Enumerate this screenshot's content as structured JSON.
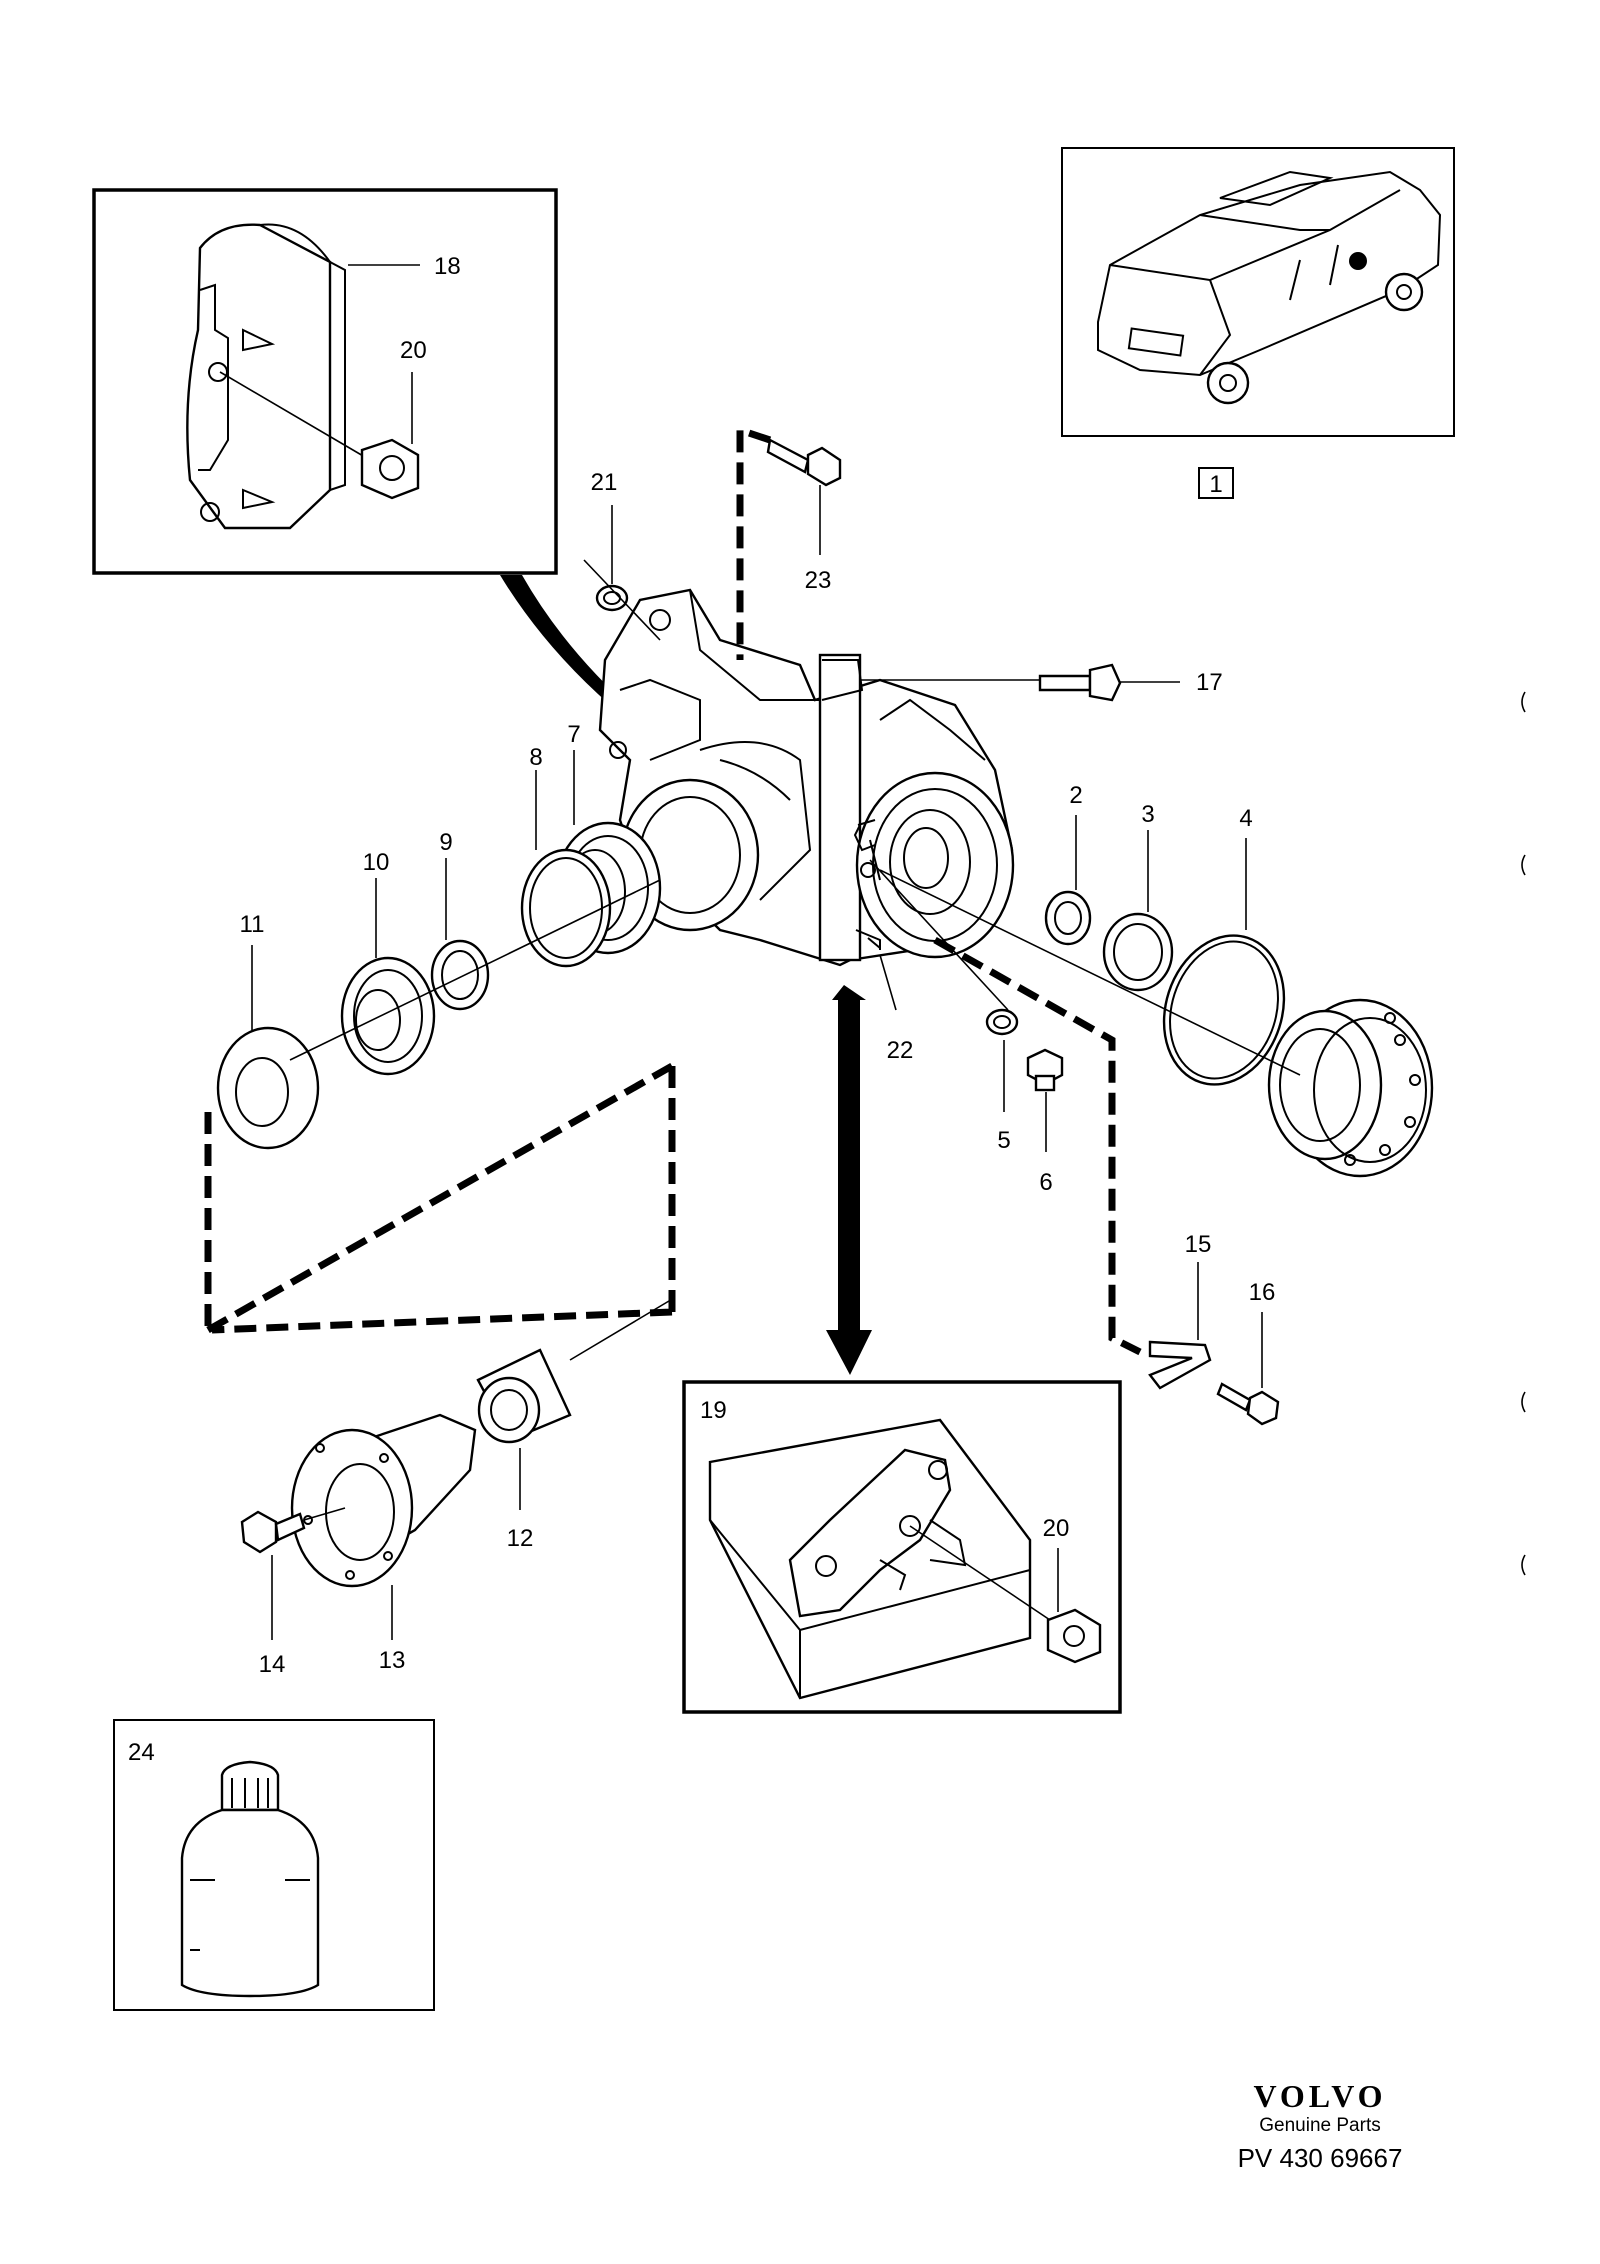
{
  "callouts": {
    "c1": "1",
    "c2": "2",
    "c3": "3",
    "c4": "4",
    "c5": "5",
    "c6": "6",
    "c7": "7",
    "c8": "8",
    "c9": "9",
    "c10": "10",
    "c11": "11",
    "c12": "12",
    "c13": "13",
    "c14": "14",
    "c15": "15",
    "c16": "16",
    "c17": "17",
    "c18": "18",
    "c19": "19",
    "c20a": "20",
    "c20b": "20",
    "c21": "21",
    "c22": "22",
    "c23": "23",
    "c24": "24"
  },
  "branding": {
    "logo": "VOLVO",
    "subtitle": "Genuine Parts",
    "reference": "PV 430 69667"
  }
}
